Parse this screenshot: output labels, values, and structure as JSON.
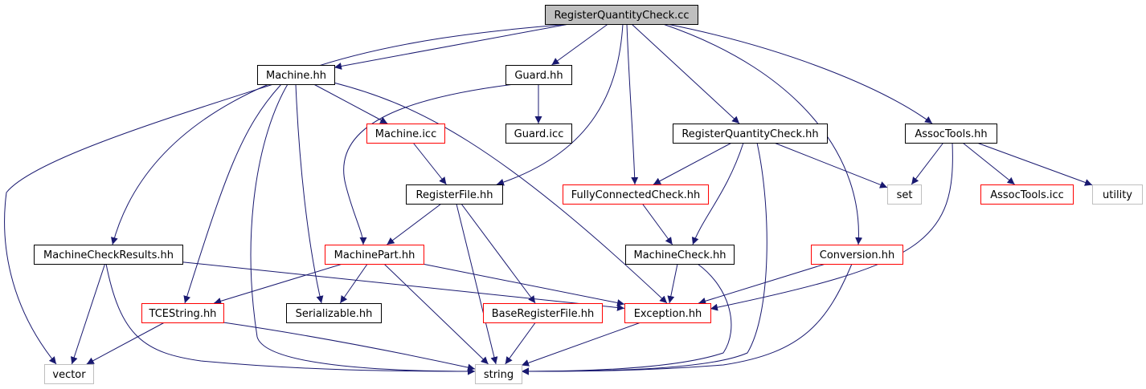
{
  "colors": {
    "background": "#ffffff",
    "edge": "#191970",
    "root_fill": "#bfbfbf",
    "border_documented": "#000000",
    "border_truncated": "#ff0000",
    "border_external": "#bfbfbf"
  },
  "nodes": [
    {
      "id": "root",
      "label": "RegisterQuantityCheck.cc",
      "kind": "root"
    },
    {
      "id": "machine_hh",
      "label": "Machine.hh",
      "kind": "documented"
    },
    {
      "id": "guard_hh",
      "label": "Guard.hh",
      "kind": "documented"
    },
    {
      "id": "guard_icc",
      "label": "Guard.icc",
      "kind": "documented"
    },
    {
      "id": "machine_icc",
      "label": "Machine.icc",
      "kind": "truncated"
    },
    {
      "id": "rqc_hh",
      "label": "RegisterQuantityCheck.hh",
      "kind": "documented"
    },
    {
      "id": "assoctools_hh",
      "label": "AssocTools.hh",
      "kind": "documented"
    },
    {
      "id": "registerfile_hh",
      "label": "RegisterFile.hh",
      "kind": "documented"
    },
    {
      "id": "fcc_hh",
      "label": "FullyConnectedCheck.hh",
      "kind": "truncated"
    },
    {
      "id": "set",
      "label": "set",
      "kind": "external"
    },
    {
      "id": "assoctools_icc",
      "label": "AssocTools.icc",
      "kind": "truncated"
    },
    {
      "id": "utility",
      "label": "utility",
      "kind": "external"
    },
    {
      "id": "mcr_hh",
      "label": "MachineCheckResults.hh",
      "kind": "documented"
    },
    {
      "id": "machinepart_hh",
      "label": "MachinePart.hh",
      "kind": "truncated"
    },
    {
      "id": "machinecheck_hh",
      "label": "MachineCheck.hh",
      "kind": "documented"
    },
    {
      "id": "conversion_hh",
      "label": "Conversion.hh",
      "kind": "truncated"
    },
    {
      "id": "tcestring_hh",
      "label": "TCEString.hh",
      "kind": "truncated"
    },
    {
      "id": "serializable_hh",
      "label": "Serializable.hh",
      "kind": "documented"
    },
    {
      "id": "baseregisterfile_hh",
      "label": "BaseRegisterFile.hh",
      "kind": "truncated"
    },
    {
      "id": "exception_hh",
      "label": "Exception.hh",
      "kind": "truncated"
    },
    {
      "id": "vector",
      "label": "vector",
      "kind": "external"
    },
    {
      "id": "string",
      "label": "string",
      "kind": "external"
    }
  ],
  "edges": [
    [
      "root",
      "machine_hh"
    ],
    [
      "root",
      "guard_hh"
    ],
    [
      "root",
      "rqc_hh"
    ],
    [
      "root",
      "assoctools_hh"
    ],
    [
      "root",
      "registerfile_hh"
    ],
    [
      "root",
      "fcc_hh"
    ],
    [
      "root",
      "mcr_hh"
    ],
    [
      "root",
      "conversion_hh"
    ],
    [
      "guard_hh",
      "guard_icc"
    ],
    [
      "guard_hh",
      "machinepart_hh"
    ],
    [
      "machine_hh",
      "machine_icc"
    ],
    [
      "machine_hh",
      "tcestring_hh"
    ],
    [
      "machine_hh",
      "serializable_hh"
    ],
    [
      "machine_hh",
      "exception_hh"
    ],
    [
      "machine_hh",
      "vector"
    ],
    [
      "machine_hh",
      "string"
    ],
    [
      "machine_icc",
      "registerfile_hh"
    ],
    [
      "registerfile_hh",
      "machinepart_hh"
    ],
    [
      "registerfile_hh",
      "baseregisterfile_hh"
    ],
    [
      "registerfile_hh",
      "string"
    ],
    [
      "rqc_hh",
      "fcc_hh"
    ],
    [
      "rqc_hh",
      "set"
    ],
    [
      "rqc_hh",
      "machinecheck_hh"
    ],
    [
      "rqc_hh",
      "string"
    ],
    [
      "fcc_hh",
      "machinecheck_hh"
    ],
    [
      "assoctools_hh",
      "set"
    ],
    [
      "assoctools_hh",
      "assoctools_icc"
    ],
    [
      "assoctools_hh",
      "utility"
    ],
    [
      "assoctools_hh",
      "exception_hh"
    ],
    [
      "mcr_hh",
      "exception_hh"
    ],
    [
      "mcr_hh",
      "vector"
    ],
    [
      "mcr_hh",
      "string"
    ],
    [
      "machinepart_hh",
      "tcestring_hh"
    ],
    [
      "machinepart_hh",
      "serializable_hh"
    ],
    [
      "machinepart_hh",
      "exception_hh"
    ],
    [
      "machinepart_hh",
      "string"
    ],
    [
      "machinecheck_hh",
      "exception_hh"
    ],
    [
      "machinecheck_hh",
      "string"
    ],
    [
      "conversion_hh",
      "exception_hh"
    ],
    [
      "conversion_hh",
      "string"
    ],
    [
      "tcestring_hh",
      "vector"
    ],
    [
      "tcestring_hh",
      "string"
    ],
    [
      "baseregisterfile_hh",
      "string"
    ],
    [
      "exception_hh",
      "string"
    ]
  ]
}
